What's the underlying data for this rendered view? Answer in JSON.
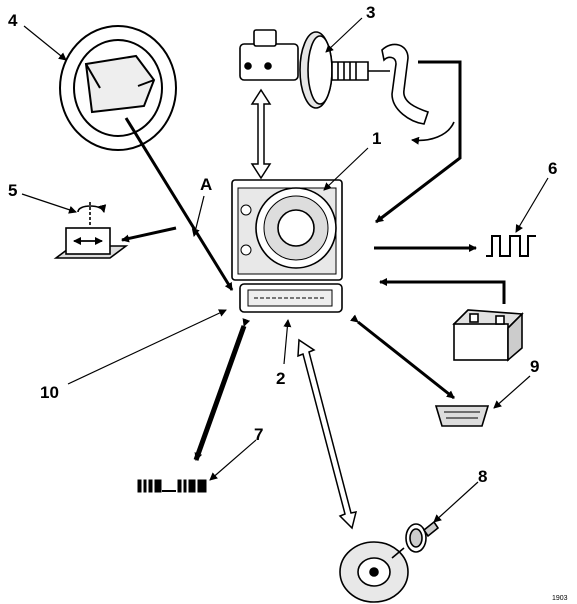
{
  "callouts": {
    "n1": "1",
    "n2": "2",
    "n3": "3",
    "n4": "4",
    "n5": "5",
    "n6": "6",
    "n7": "7",
    "n8": "8",
    "n9": "9",
    "n10": "10",
    "a": "A"
  },
  "figure_ref": "1903"
}
